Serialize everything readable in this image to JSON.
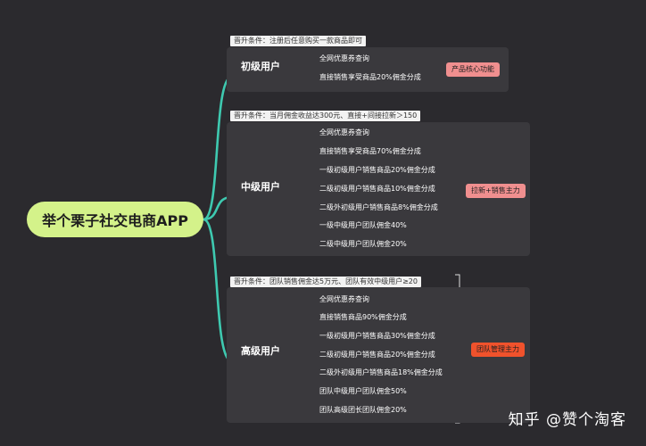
{
  "root": {
    "label": "举个栗子社交电商APP"
  },
  "branches": [
    {
      "condition": "晋升条件：注册后任意购买一款商品即可",
      "level": "初级用户",
      "items": [
        "全网优惠券查询",
        "直接销售享受商品20%佣金分成"
      ],
      "tag": {
        "label": "产品核心功能",
        "color": "#f08f8f"
      }
    },
    {
      "condition": "晋升条件：当月佣金收益达300元、直接+间接拉新＞150",
      "level": "中级用户",
      "items": [
        "全网优惠券查询",
        "直接销售享受商品70%佣金分成",
        "一级初级用户销售商品20%佣金分成",
        "二级初级用户销售商品10%佣金分成",
        "二级外初级用户销售商品8%佣金分成",
        "一级中级用户团队佣金40%",
        "二级中级用户团队佣金20%"
      ],
      "tag": {
        "label": "拉新+销售主力",
        "color": "#f08f8f"
      }
    },
    {
      "condition": "晋升条件：团队销售佣金达5万元、团队有效中级用户≥20",
      "level": "高级用户",
      "items": [
        "全网优惠券查询",
        "直接销售商品90%佣金分成",
        "一级初级用户销售商品30%佣金分成",
        "二级初级用户销售商品20%佣金分成",
        "二级外初级用户销售商品18%佣金分成",
        "团队中级用户团队佣金50%",
        "团队高级团长团队佣金20%"
      ],
      "tag": {
        "label": "团队管理主力",
        "color": "#f0522c"
      }
    }
  ],
  "colors": {
    "connector": "#3ec9b0",
    "background": "#2b2a2e"
  },
  "watermark": "知乎 @赞个淘客"
}
